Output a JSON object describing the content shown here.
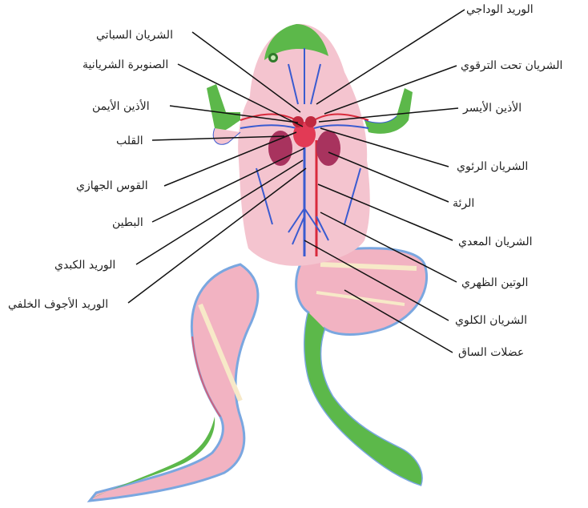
{
  "labels": {
    "jugular_vein": "الوريد الوداجي",
    "lingual_artery": "الشريان السباتي",
    "subclavian_artery": "الشريان تحت الترقوي",
    "conus_arteriosus": "الصنوبرة الشريانية",
    "left_atrium": "الأذين الأيسر",
    "right_atrium": "الأذين الأيمن",
    "heart": "القلب",
    "pulmonary_artery": "الشريان الرئوي",
    "systemic_arch": "القوس الجهازي",
    "lung": "الرئة",
    "ventricle": "البطين",
    "gastric_artery": "الشريان المعدي",
    "hepatic_vein": "الوريد الكبدي",
    "dorsal_aorta": "الوتين الظهري",
    "posterior_vena_cava": "الوريد الأجوف الخلفي",
    "renal_artery": "الشريان الكلوي",
    "leg_muscles": "عضلات الساق"
  },
  "colors": {
    "skin_green": "#5cb84a",
    "skin_dark_green": "#2f7a2a",
    "body_pink": "#f4c4cf",
    "muscle_pink": "#e9869e",
    "vein_blue": "#3a5bd0",
    "artery_red": "#d82a3c",
    "heart_red": "#e23a55",
    "lung_purple": "#a8335e",
    "leg_outline_blue": "#7aa7e0",
    "leader_line": "#111111"
  }
}
